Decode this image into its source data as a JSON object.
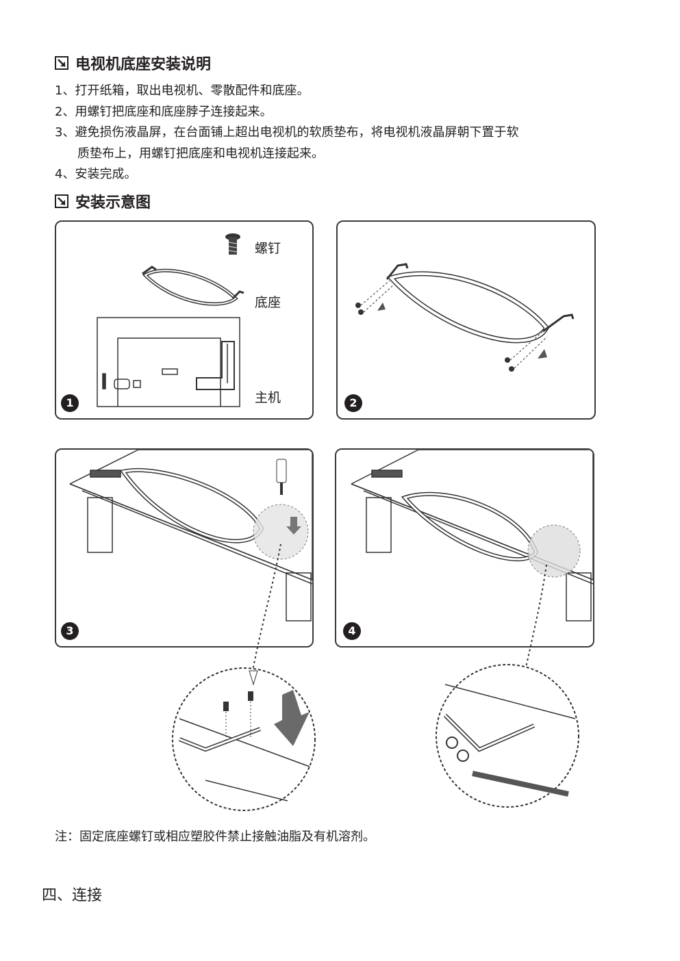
{
  "heading1": "电视机底座安装说明",
  "steps": [
    "1、打开纸箱，取出电视机、零散配件和底座。",
    "2、用螺钉把底座和底座脖子连接起来。",
    "3、避免损伤液晶屏，在台面铺上超出电视机的软质垫布，将电视机液晶屏朝下置于软",
    "质垫布上，用螺钉把底座和电视机连接起来。",
    "4、安装完成。"
  ],
  "heading2": "安装示意图",
  "panel1": {
    "num": "1",
    "screw_label": "螺钉",
    "stand_label": "底座",
    "body_label": "主机"
  },
  "panel2": {
    "num": "2"
  },
  "panel3": {
    "num": "3"
  },
  "panel4": {
    "num": "4"
  },
  "note": "注：固定底座螺钉或相应塑胶件禁止接触油脂及有机溶剂。",
  "section": "四、连接"
}
